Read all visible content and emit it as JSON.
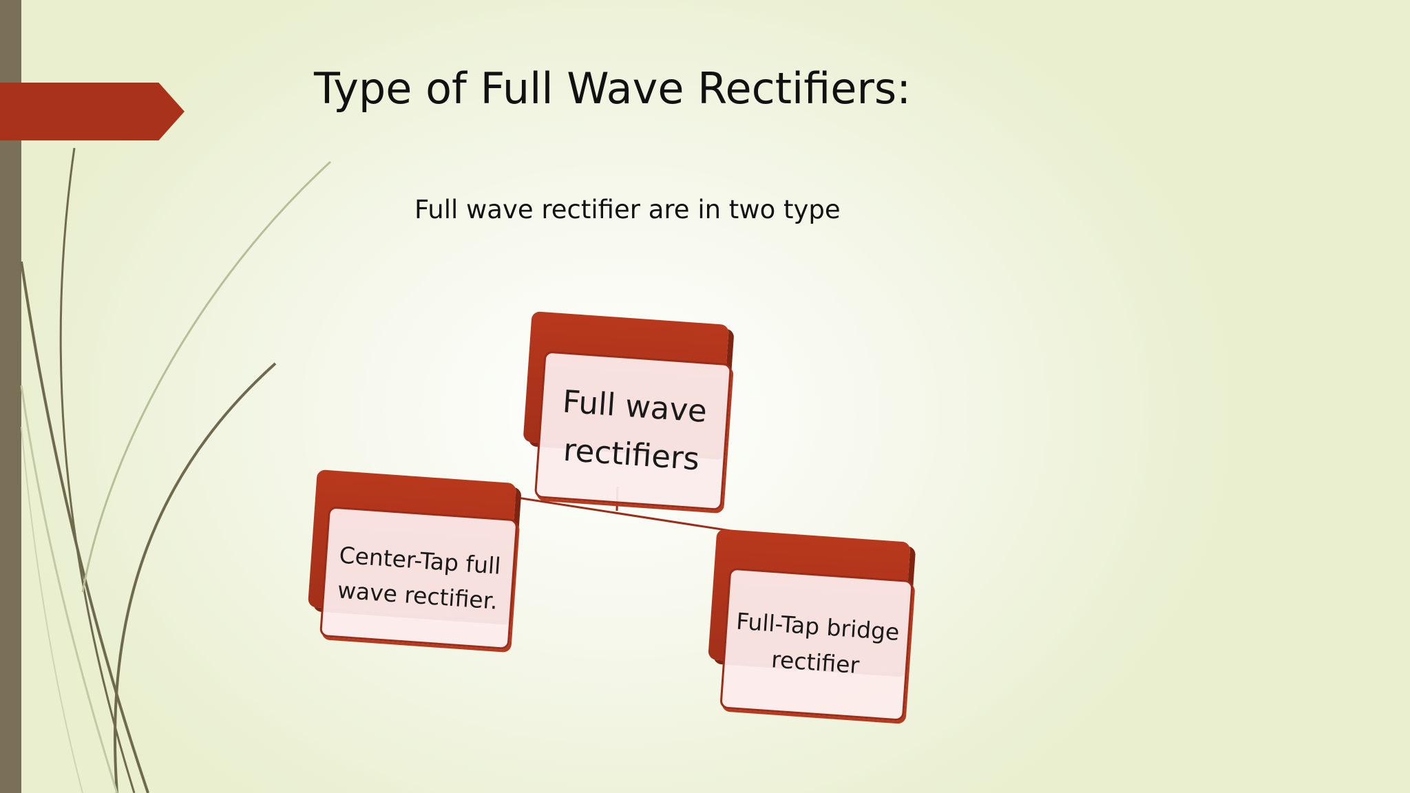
{
  "slide": {
    "title": "Type of Full Wave Rectifiers:",
    "subtitle": "Full wave rectifier are in two type"
  },
  "diagram": {
    "type": "hierarchy",
    "root": {
      "label": "Full wave rectifiers"
    },
    "children": [
      {
        "label": "Center-Tap full wave rectifier."
      },
      {
        "label": "Full-Tap bridge rectifier"
      }
    ]
  },
  "colors": {
    "accent": "#a8321a",
    "side_bar": "#7a6f57",
    "box_fill": "#fcecec",
    "background": "#eef2da"
  }
}
